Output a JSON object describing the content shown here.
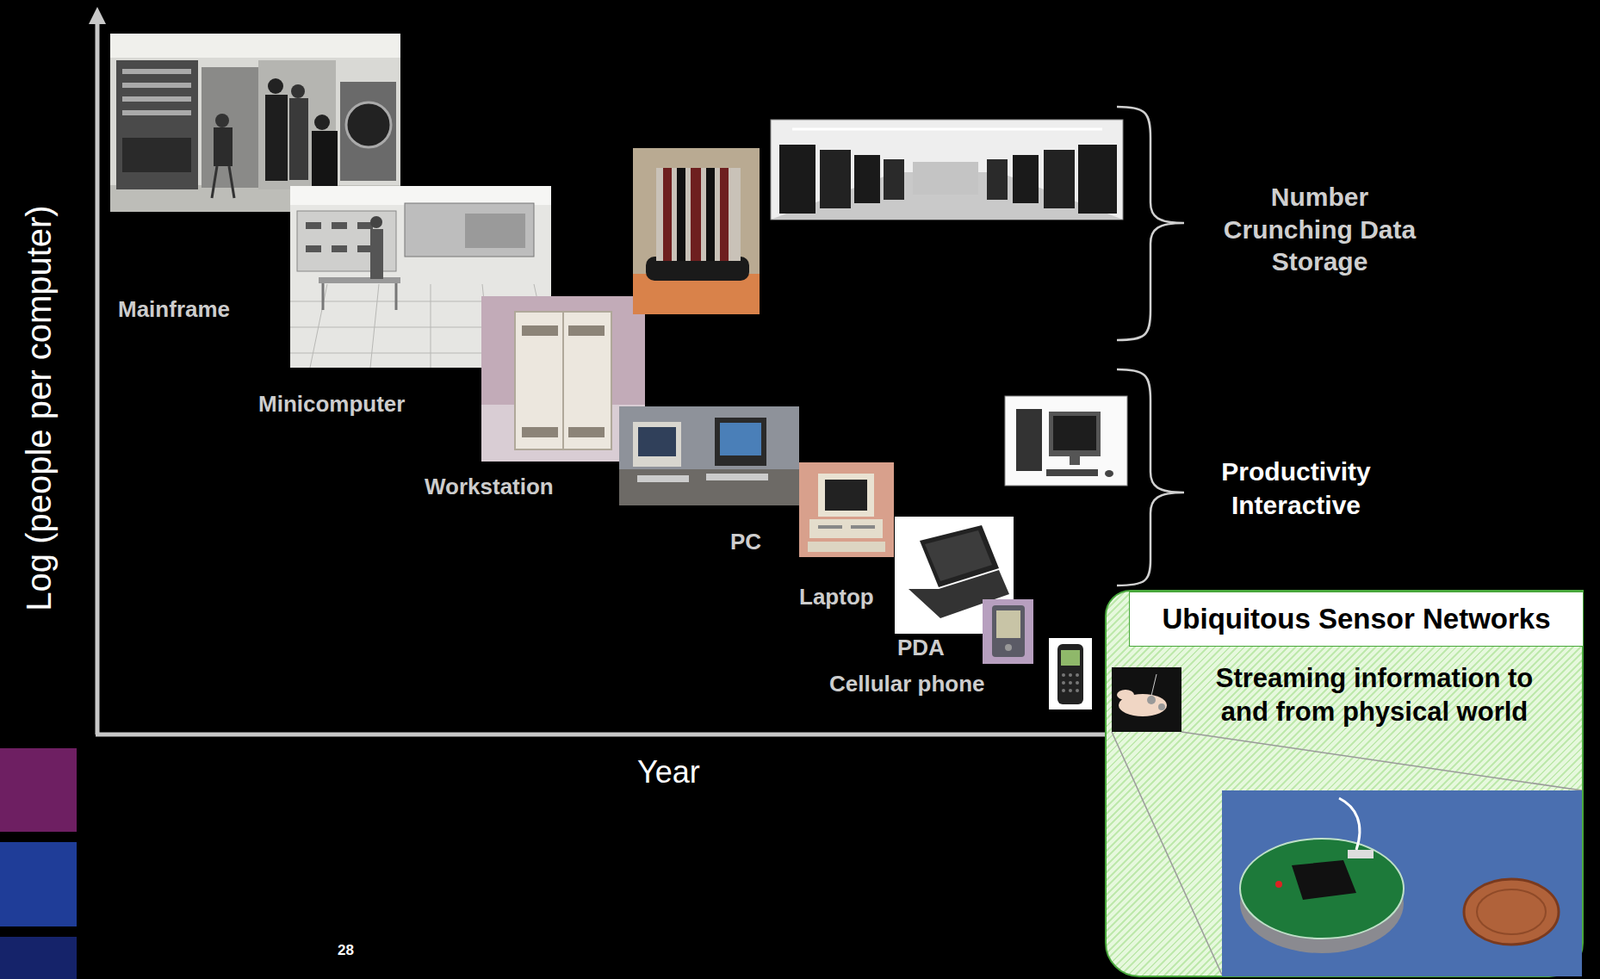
{
  "diagram": {
    "nodes": [
      {
        "text": [
          "Streaming information to and from physical world"
        ]
      },
      {
        "text": [
          "Ubiquitous Sensor Networks"
        ],
        "in": 0
      }
    ],
    "labels": [
      "Log (people per computer)",
      "Year",
      "Mainframe",
      "Minicomputer",
      "Workstation",
      "PC",
      "Laptop",
      "PDA",
      "Cellular phone",
      "Number Crunching Data Storage",
      "Productivity Interactive",
      "28"
    ]
  }
}
